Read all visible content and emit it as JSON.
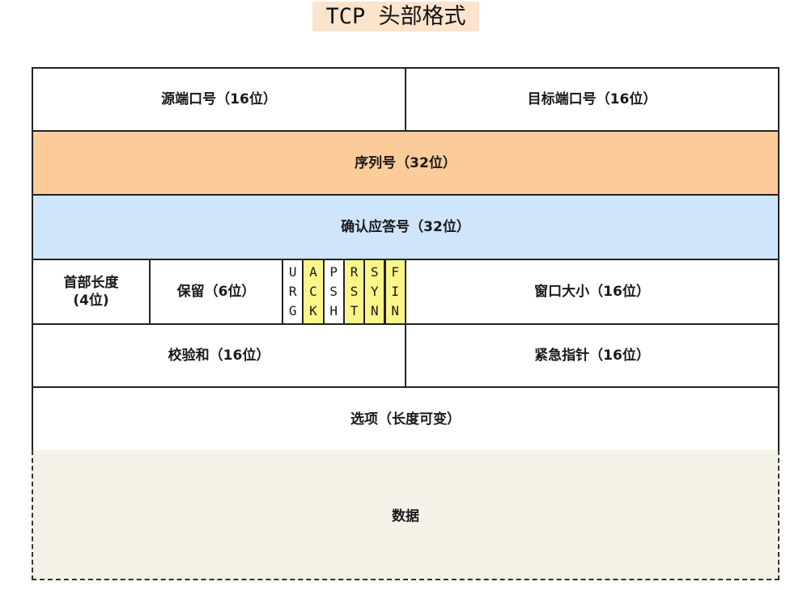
{
  "title": "TCP 头部格式",
  "rows": {
    "source_port": "源端口号（16位）",
    "dest_port": "目标端口号（16位）",
    "sequence_number": "序列号（32位）",
    "ack_number": "确认应答号（32位）",
    "header_length": "首部长度\n(4位)",
    "reserved": "保留（6位）",
    "window_size": "窗口大小（16位）",
    "checksum": "校验和（16位）",
    "urgent_pointer": "紧急指针（16位）",
    "options": "选项（长度可变）",
    "data": "数据"
  },
  "flags": [
    {
      "name": "URG",
      "letters": [
        "U",
        "R",
        "G"
      ],
      "highlighted": false
    },
    {
      "name": "ACK",
      "letters": [
        "A",
        "C",
        "K"
      ],
      "highlighted": true
    },
    {
      "name": "PSH",
      "letters": [
        "P",
        "S",
        "H"
      ],
      "highlighted": false
    },
    {
      "name": "RST",
      "letters": [
        "R",
        "S",
        "T"
      ],
      "highlighted": true
    },
    {
      "name": "SYN",
      "letters": [
        "S",
        "Y",
        "N"
      ],
      "highlighted": true
    },
    {
      "name": "FIN",
      "letters": [
        "F",
        "I",
        "N"
      ],
      "highlighted": true
    }
  ],
  "colors": {
    "title_bg": "#fce3cc",
    "sequence_bg": "#fbcb9a",
    "ack_bg": "#cfe5fb",
    "flag_highlight": "#fbf68a",
    "data_bg": "#f4f2e6"
  }
}
